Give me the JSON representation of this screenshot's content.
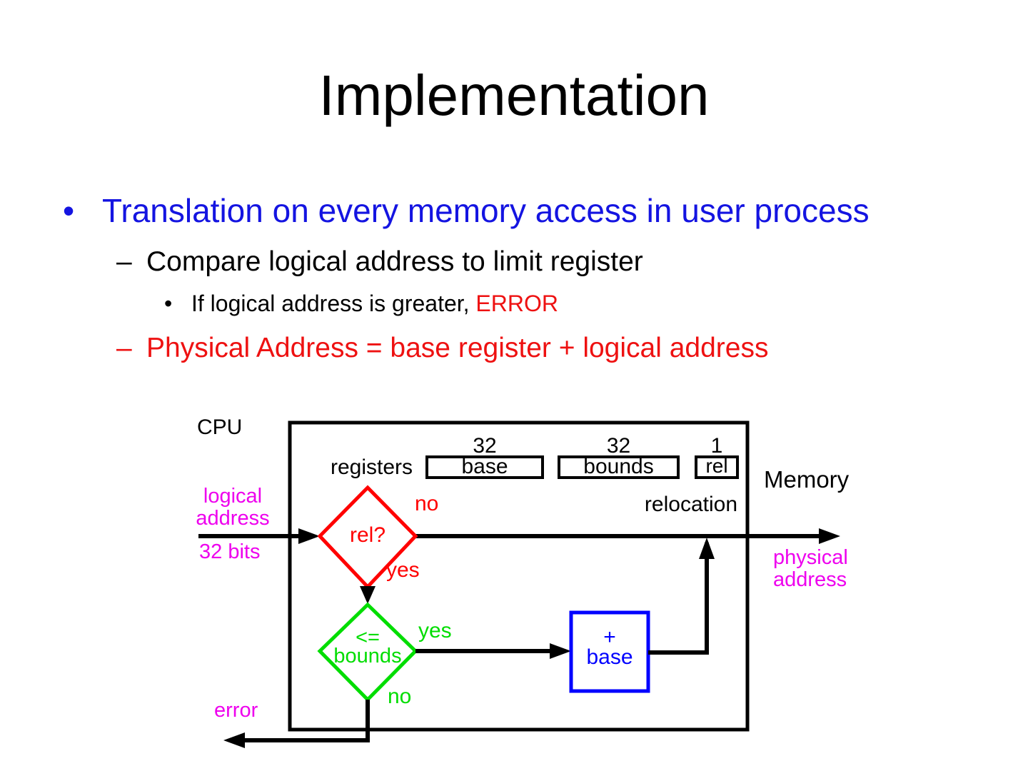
{
  "slide": {
    "title": "Implementation",
    "markers": {
      "dot": "•",
      "dash": "–",
      "sub_dot": "•"
    },
    "bullets": {
      "b1": "Translation on every memory access in user process",
      "b2": "Compare logical address to limit register",
      "b3_prefix": "If logical address is greater, ",
      "b3_error": "ERROR",
      "b4": "Physical Address = base register + logical address"
    }
  },
  "diagram": {
    "cpu": "CPU",
    "memory": "Memory",
    "registers": "registers",
    "relocation": "relocation",
    "reg_base": {
      "bits": "32",
      "label": "base"
    },
    "reg_bounds": {
      "bits": "32",
      "label": "bounds"
    },
    "reg_rel": {
      "bits": "1",
      "label": "rel"
    },
    "logical_address_line1": "logical",
    "logical_address_line2": "address",
    "bits": "32 bits",
    "rel_question": "rel?",
    "rel_no": "no",
    "rel_yes": "yes",
    "bounds_op": "<=",
    "bounds_label": "bounds",
    "bounds_yes": "yes",
    "bounds_no": "no",
    "adder_plus": "+",
    "adder_base": "base",
    "physical_line1": "physical",
    "physical_line2": "address",
    "error": "error"
  },
  "colors": {
    "bullet_blue": "#1414e1",
    "text_red": "#ee1111",
    "black": "#000000",
    "magenta": "#ee00ee",
    "diagram_red": "#ff0000",
    "diagram_green": "#00dd00",
    "diagram_blue": "#0000ff"
  }
}
